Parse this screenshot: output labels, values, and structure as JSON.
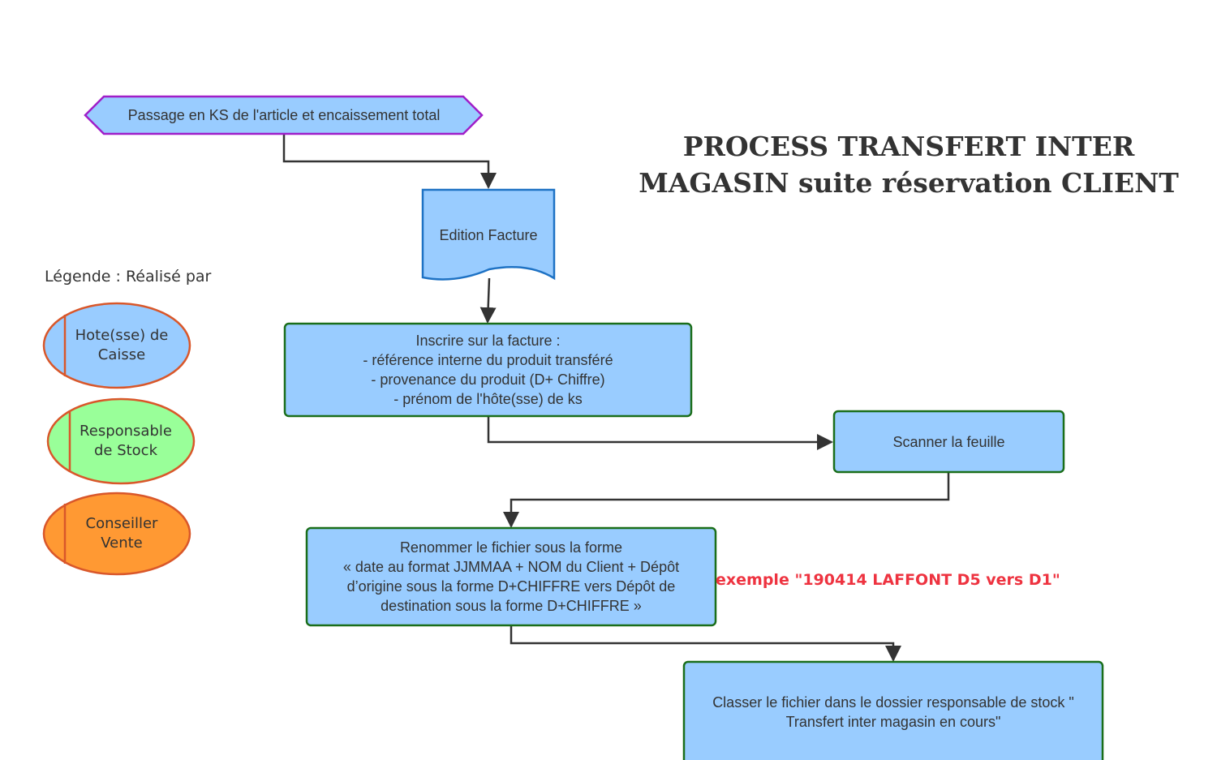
{
  "title": "PROCESS TRANSFERT INTER\nMAGASIN suite réservation CLIENT",
  "legend": {
    "title": "Légende : Réalisé par",
    "items": [
      {
        "label": "Hote(sse) de\nCaisse",
        "color": "#99ccff"
      },
      {
        "label": "Responsable\nde Stock",
        "color": "#99ff99"
      },
      {
        "label": "Conseiller\nVente",
        "color": "#ff9933"
      }
    ]
  },
  "nodes": {
    "passage": "Passage en KS de l'article et encaissement total",
    "edition": "Edition Facture",
    "inscrire": "Inscrire sur la facture :\n- référence interne du produit transféré\n- provenance du produit (D+ Chiffre)\n- prénom de l'hôte(sse) de ks",
    "scanner": "Scanner la feuille",
    "renommer": "Renommer le fichier sous la forme\n«  date au format JJMMAA + NOM du Client + Dépôt\nd’origine sous la forme D+CHIFFRE vers Dépôt de\ndestination sous la forme D+CHIFFRE »",
    "classer": "Classer le fichier dans le dossier responsable de stock \"\nTransfert inter magasin en cours\""
  },
  "annotation": "exemple \"190414 LAFFONT D5 vers D1\"",
  "colors": {
    "box_fill": "#99ccff",
    "box_border_green": "#1a6e1a",
    "doc_border": "#1e72c4",
    "hex_border": "#a01ec8",
    "legend_stroke": "#d9572a",
    "connector": "#333333",
    "annotation": "#ee3340"
  }
}
